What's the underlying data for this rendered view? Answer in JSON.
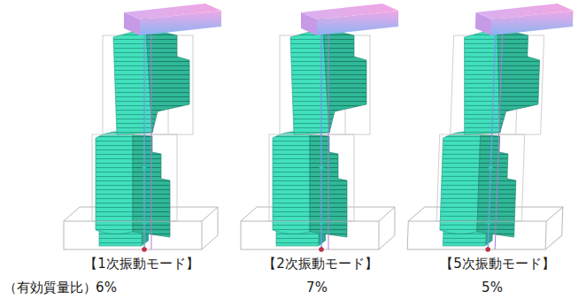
{
  "diagram": {
    "labels": [
      "【1次振動モード】",
      "【2次振動モード】",
      "【5次振動モード】",
      "（有効質量比）",
      "6%",
      "7%",
      "5%"
    ]
  }
}
